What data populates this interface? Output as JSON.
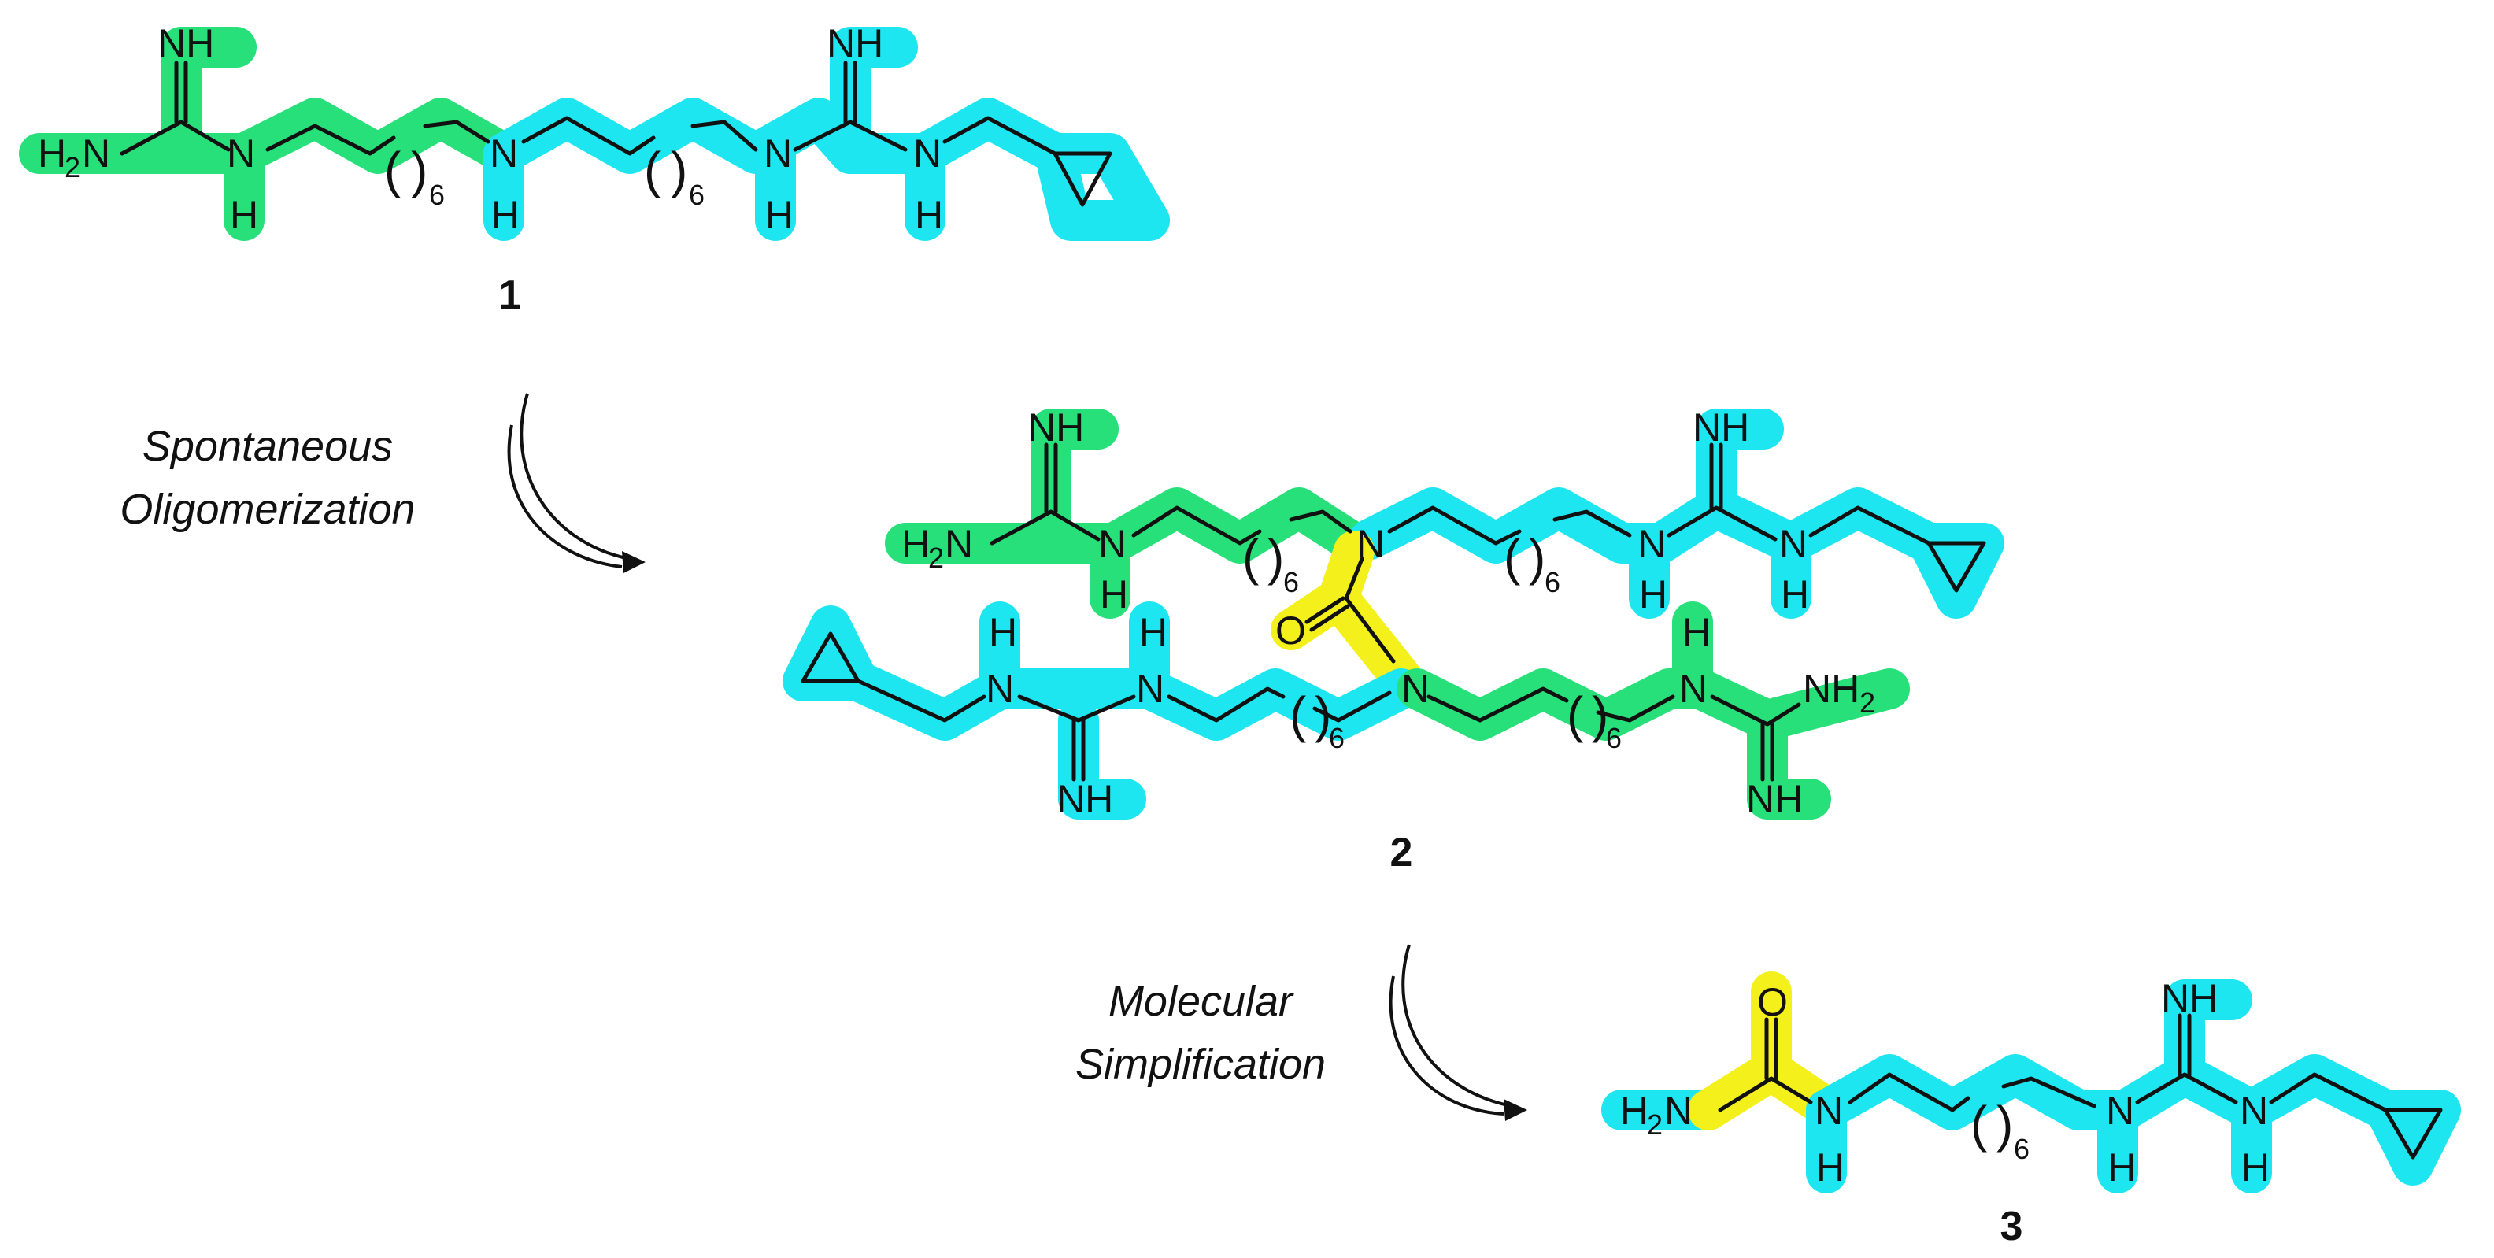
{
  "colors": {
    "green": "#27e07a",
    "cyan": "#1ee6f0",
    "yellow": "#f3f01c",
    "bond": "#111111"
  },
  "compounds": {
    "c1": {
      "label": "1"
    },
    "c2": {
      "label": "2"
    },
    "c3": {
      "label": "3"
    }
  },
  "steps": {
    "oligomerization": {
      "line1": "Spontaneous",
      "line2": "Oligomerization"
    },
    "simplification": {
      "line1": "Molecular",
      "line2": "Simplification"
    }
  },
  "atoms": {
    "nh": "NH",
    "n": "N",
    "h": "H",
    "o": "O",
    "h2n_h": "H",
    "h2n_2": "2",
    "h2n_n": "N",
    "nh2_nh": "NH",
    "nh2_2": "2",
    "repeat": "6",
    "paren_open": "(",
    "paren_close": ")"
  }
}
